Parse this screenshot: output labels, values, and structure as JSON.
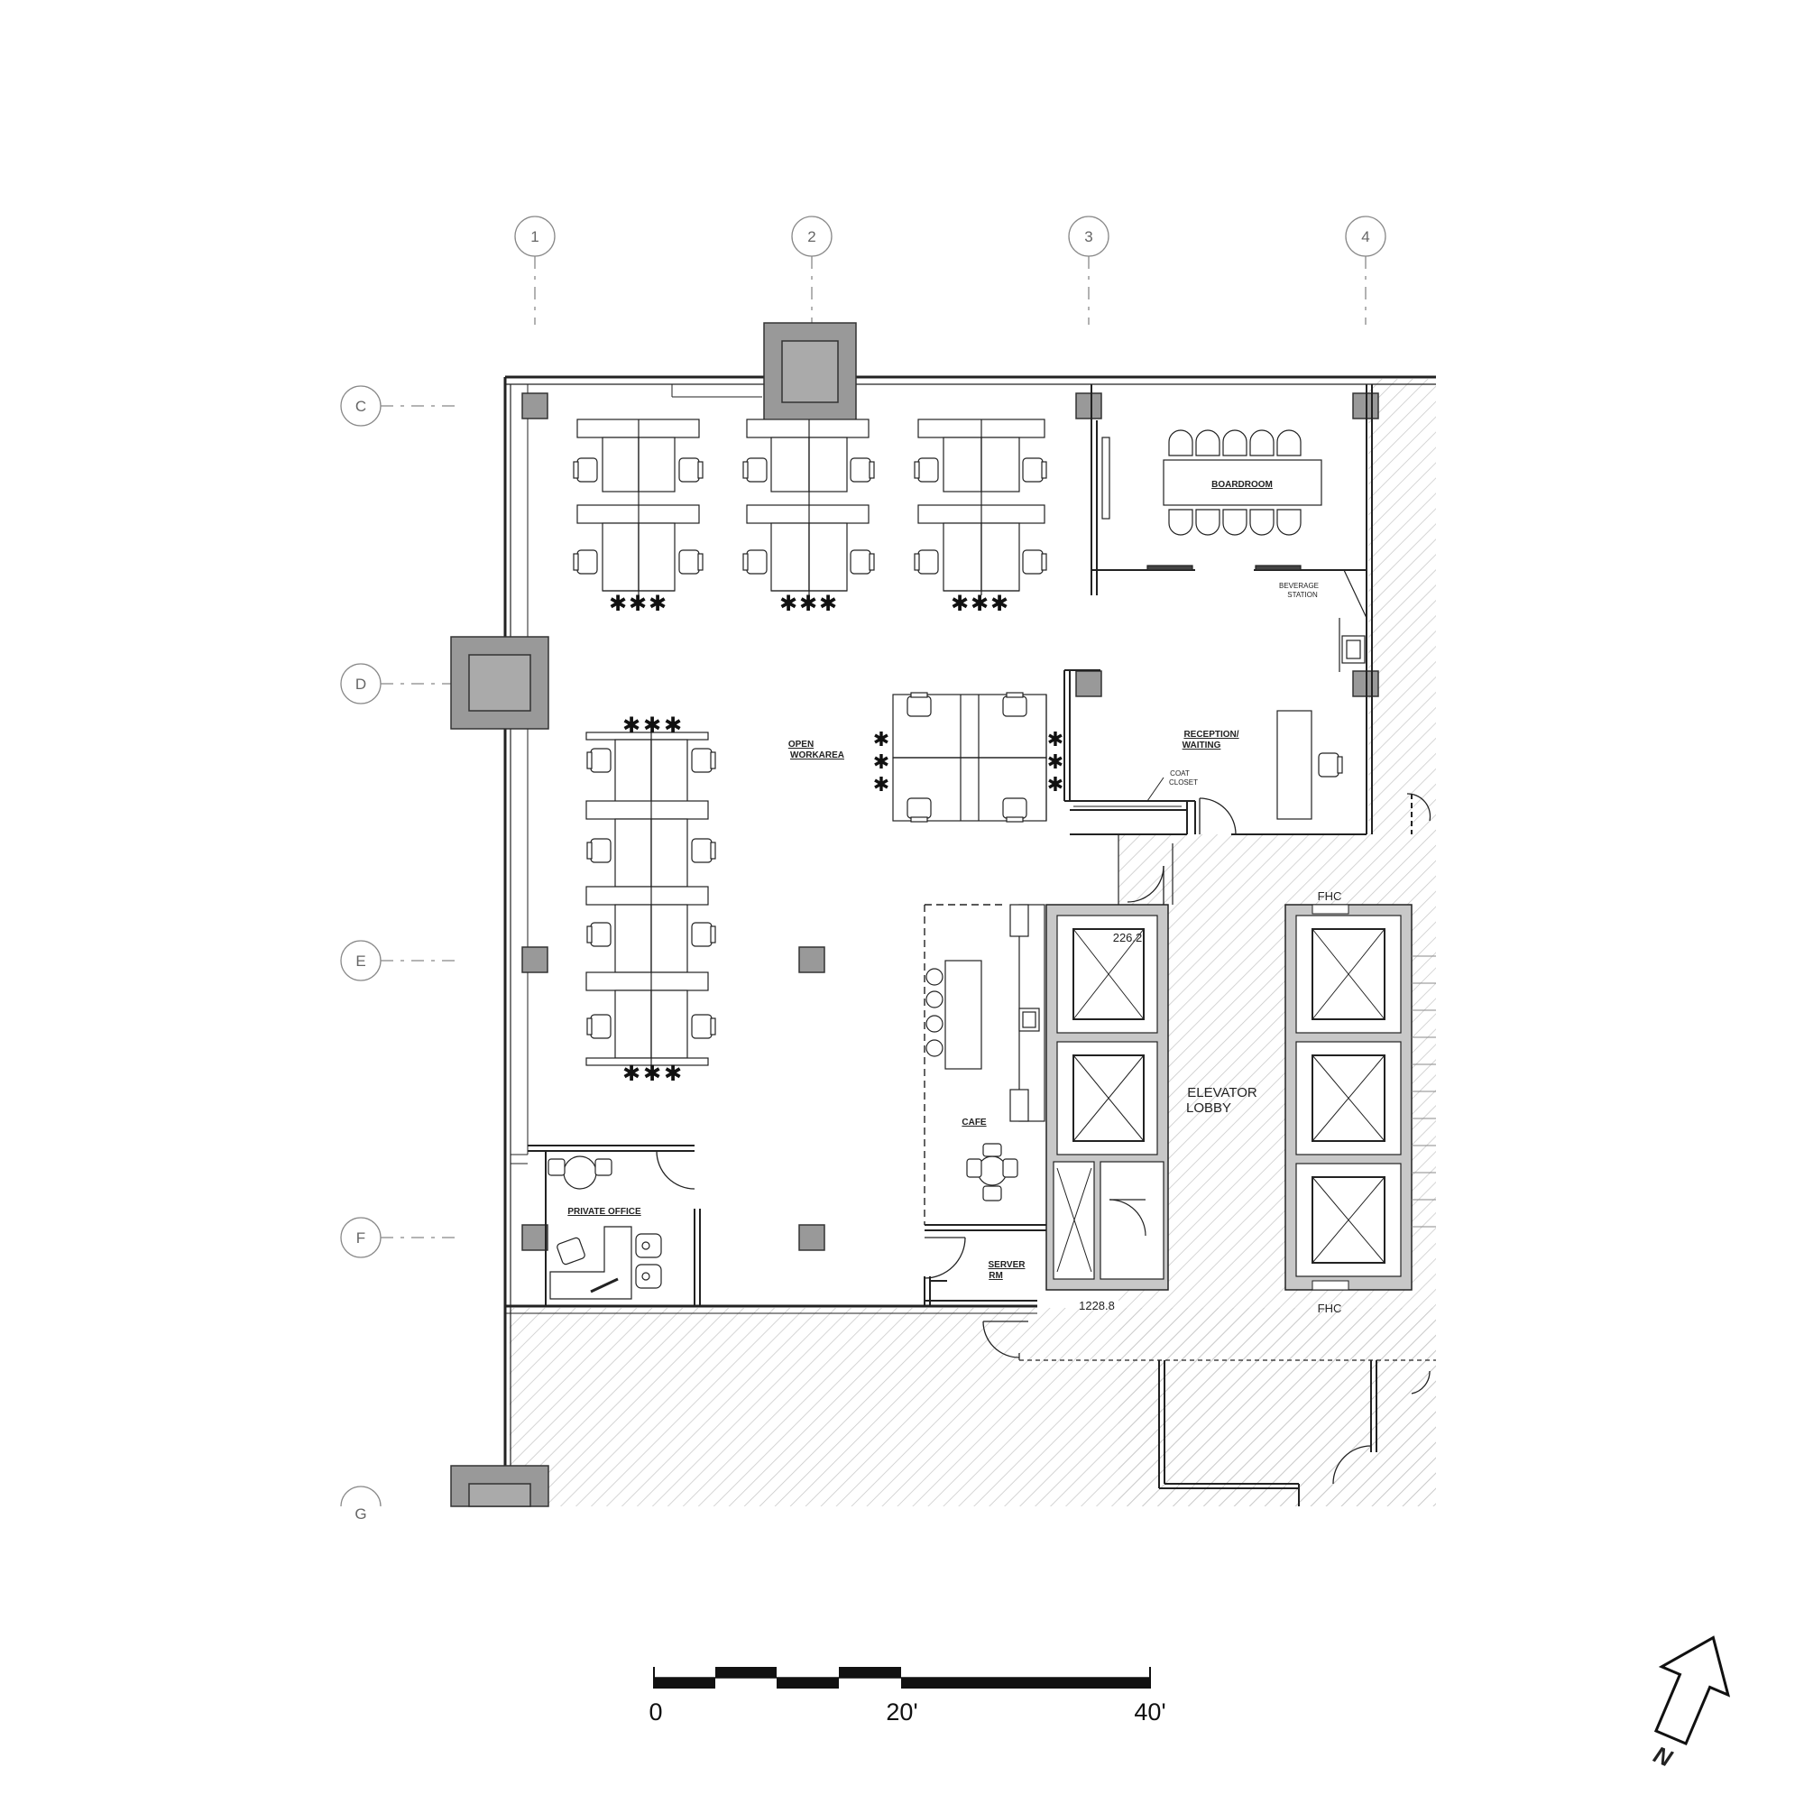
{
  "grid": {
    "columns": [
      "1",
      "2",
      "3",
      "4"
    ],
    "rows": [
      "C",
      "D",
      "E",
      "F",
      "G"
    ]
  },
  "rooms": {
    "boardroom": "BOARDROOM",
    "beverage_station": [
      "BEVERAGE",
      "STATION"
    ],
    "open_workarea": [
      "OPEN",
      "WORKAREA"
    ],
    "reception": [
      "RECEPTION/",
      "WAITING"
    ],
    "coat_closet": [
      "COAT",
      "CLOSET"
    ],
    "cafe": "CAFE",
    "elevator_lobby": [
      "ELEVATOR",
      "LOBBY"
    ],
    "private_office": "PRIVATE OFFICE",
    "server_room": [
      "SERVER",
      "RM"
    ]
  },
  "annotations": {
    "fhc_top": "FHC",
    "fhc_bottom": "FHC",
    "elev_top": "226.2",
    "elev_bottom": "1228.8"
  },
  "scale_bar": {
    "labels": [
      "0",
      "20'",
      "40'"
    ]
  },
  "north_arrow": {
    "label": "N",
    "icon": "north-arrow-icon"
  },
  "colors": {
    "line": "#222222",
    "column_fill": "#999999",
    "hatch": "#c8c8c8",
    "grid_bubble": "#777777"
  }
}
